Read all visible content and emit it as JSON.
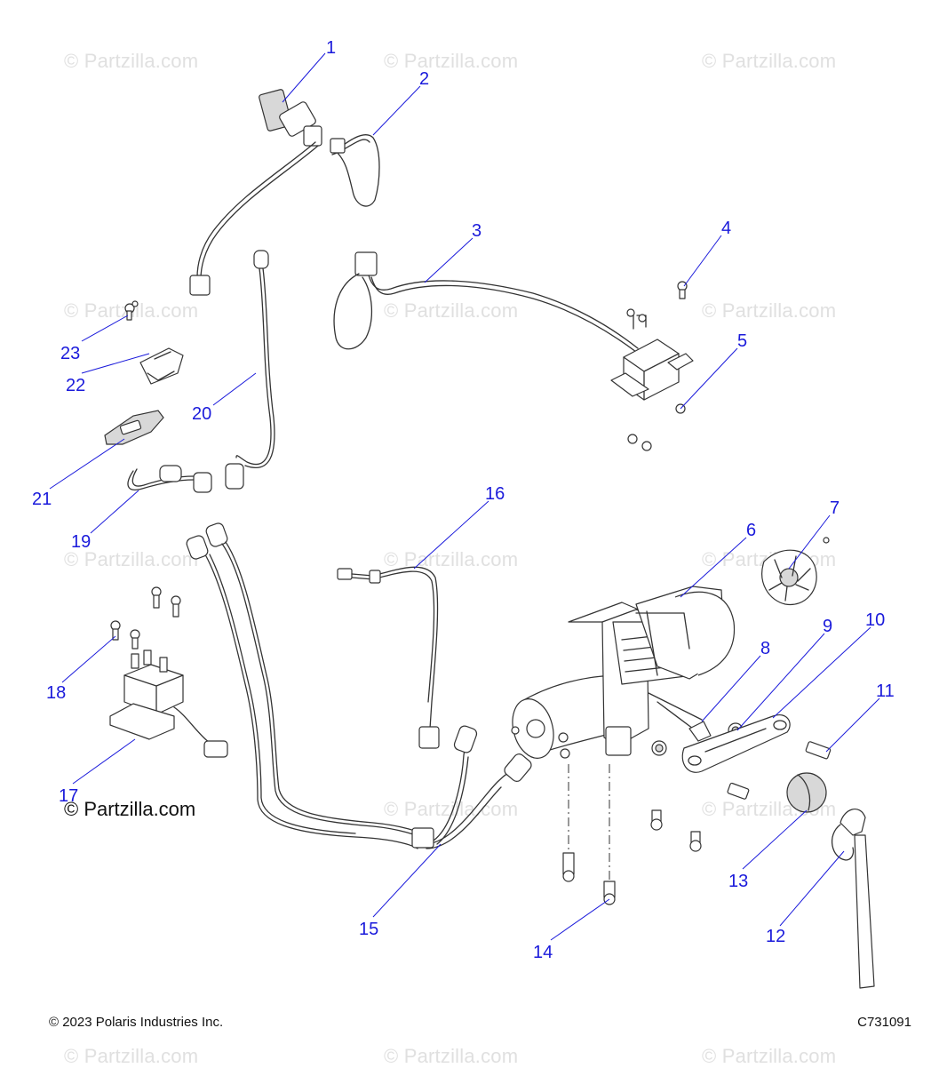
{
  "watermark": "© Partzilla.com",
  "brand": "© Partzilla.com",
  "copyright": "© 2023 Polaris Industries Inc.",
  "diagram_id": "C731091",
  "callouts": [
    "1",
    "2",
    "3",
    "4",
    "5",
    "6",
    "7",
    "8",
    "9",
    "10",
    "11",
    "12",
    "13",
    "14",
    "15",
    "16",
    "17",
    "18",
    "19",
    "20",
    "21",
    "22",
    "23"
  ],
  "colors": {
    "callout": "#1a1adb",
    "line": "#333333",
    "watermark": "#e0e0e0"
  }
}
